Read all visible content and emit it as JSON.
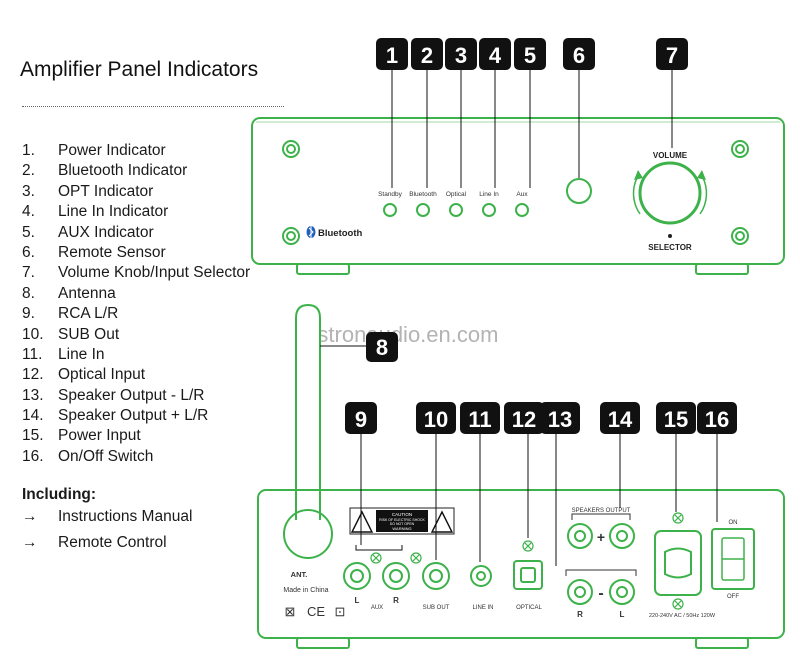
{
  "title": "Amplifier Panel Indicators",
  "legend": [
    {
      "num": "1.",
      "label": "Power Indicator"
    },
    {
      "num": "2.",
      "label": "Bluetooth Indicator"
    },
    {
      "num": "3.",
      "label": "OPT Indicator"
    },
    {
      "num": "4.",
      "label": "Line In Indicator"
    },
    {
      "num": "5.",
      "label": "AUX Indicator"
    },
    {
      "num": "6.",
      "label": "Remote Sensor"
    },
    {
      "num": "7.",
      "label": "Volume Knob/Input Selector"
    },
    {
      "num": "8.",
      "label": "Antenna"
    },
    {
      "num": "9.",
      "label": "RCA L/R"
    },
    {
      "num": "10.",
      "label": "SUB Out"
    },
    {
      "num": "11.",
      "label": "Line In"
    },
    {
      "num": "12.",
      "label": "Optical Input"
    },
    {
      "num": "13.",
      "label": "Speaker Output - L/R"
    },
    {
      "num": "14.",
      "label": "Speaker Output + L/R"
    },
    {
      "num": "15.",
      "label": "Power Input"
    },
    {
      "num": "16.",
      "label": "On/Off Switch"
    }
  ],
  "including": {
    "title": "Including:",
    "arrow": "→",
    "items": [
      "Instructions Manual",
      "Remote Control"
    ]
  },
  "watermark": "vistronaudio.en.com",
  "front_panel": {
    "indicator_labels": [
      "Standby",
      "Bluetooth",
      "Optical",
      "Line In",
      "Aux"
    ],
    "bluetooth_logo": "Bluetooth",
    "volume_label": "VOLUME",
    "selector_label": "SELECTOR"
  },
  "callouts": {
    "front": [
      "1",
      "2",
      "3",
      "4",
      "5",
      "6",
      "7"
    ],
    "antenna": "8",
    "rear": [
      "9",
      "10",
      "11",
      "12",
      "13",
      "14",
      "15",
      "16"
    ]
  },
  "rear_panel": {
    "ant_label": "ANT.",
    "made_in": "Made in China",
    "compliance": [
      "⊠",
      "CE",
      "⊡"
    ],
    "caution_title": "CAUTION",
    "caution_line1": "RISK OF ELECTRIC SHOCK",
    "caution_line2": "DO NOT OPEN",
    "warning_title": "WARNING",
    "aux_label": "AUX",
    "left_label": "L",
    "right_label": "R",
    "sub_out_label": "SUB OUT",
    "line_in_label": "LINE IN",
    "optical_label": "OPTICAL",
    "speakers_output_label": "SPEAKERS OUTPUT",
    "plus": "+",
    "minus": "-",
    "power_rating": "220-240V AC / 50Hz 120W",
    "switch_on": "ON",
    "switch_off": "OFF"
  },
  "colors": {
    "outline": "#3db24a",
    "callout_bg": "#111111",
    "callout_text": "#ffffff"
  }
}
